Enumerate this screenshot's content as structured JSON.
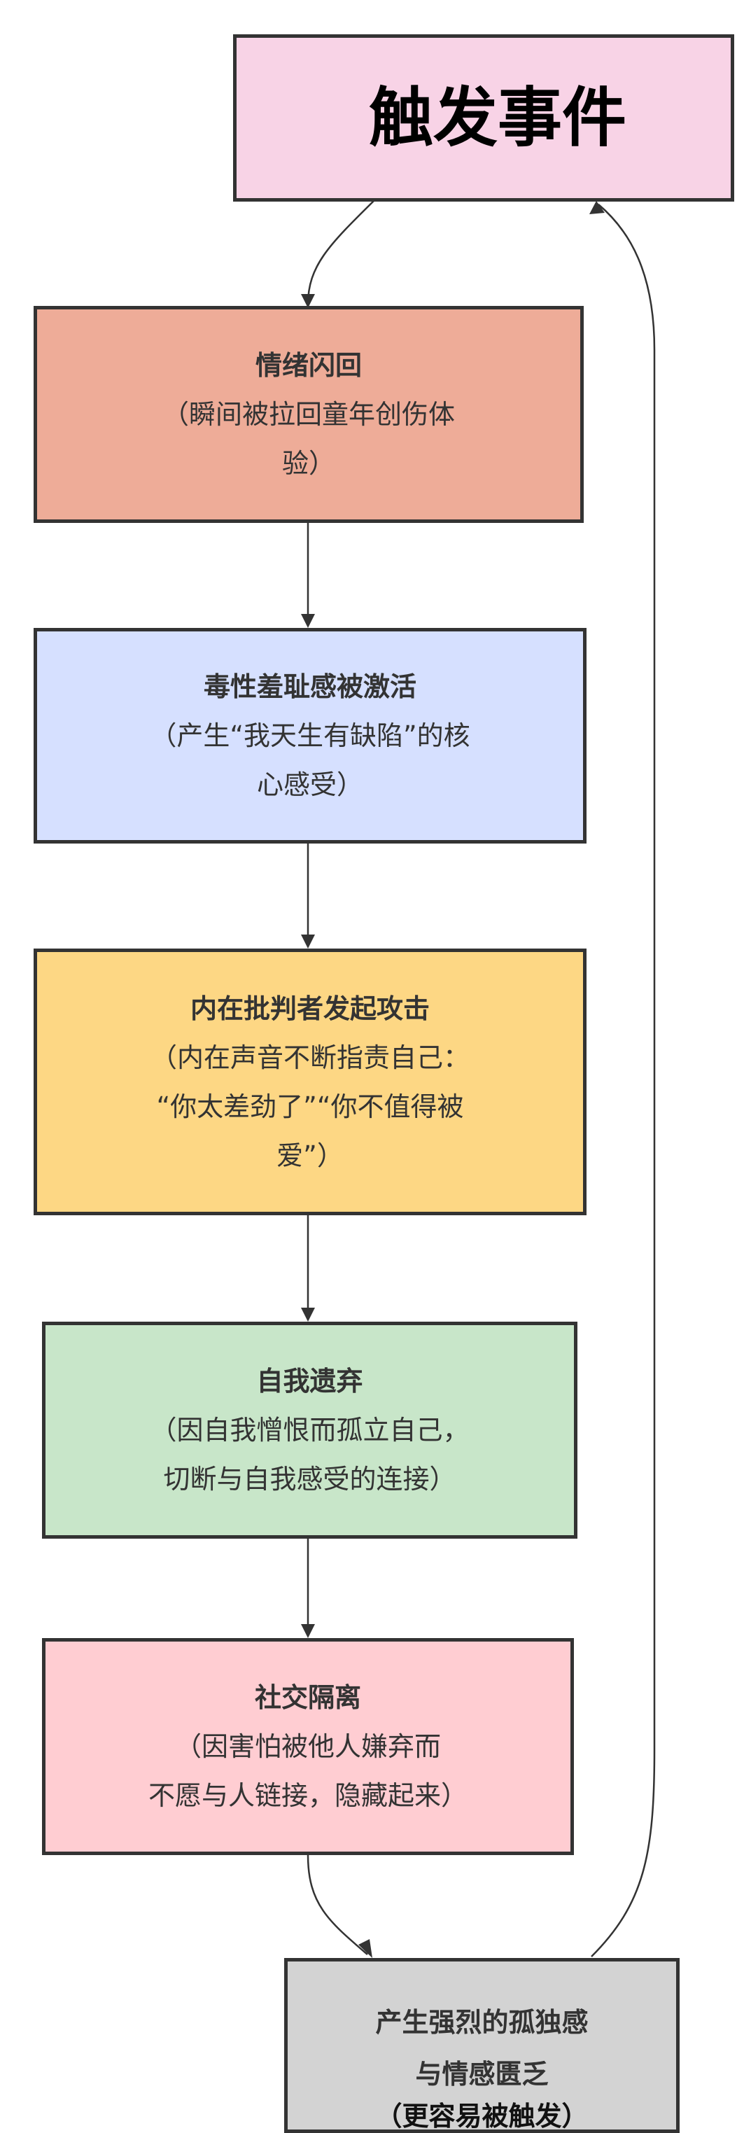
{
  "nodes": [
    {
      "id": "trigger",
      "title": "触发事件",
      "lines": [],
      "color": "#f8d3e6"
    },
    {
      "id": "flashback",
      "title": "情绪闪回",
      "lines": [
        "（瞬间被拉回童年创伤体",
        "验）"
      ],
      "color": "#eeac98"
    },
    {
      "id": "shame",
      "title": "毒性羞耻感被激活",
      "lines": [
        "（产生“我天生有缺陷”的核",
        "心感受）"
      ],
      "color": "#d6e0ff"
    },
    {
      "id": "critic",
      "title": "内在批判者发起攻击",
      "lines": [
        "（内在声音不断指责自己：",
        "“你太差劲了”“你不值得被",
        "爱”）"
      ],
      "color": "#fdd784"
    },
    {
      "id": "abandon",
      "title": "自我遗弃",
      "lines": [
        "（因自我憎恨而孤立自己，",
        "切断与自我感受的连接）"
      ],
      "color": "#c8e6c9"
    },
    {
      "id": "isolation",
      "title": "社交隔离",
      "lines": [
        "（因害怕被他人嫌弃而",
        "不愿与人链接，隐藏起来）"
      ],
      "color": "#ffcdd2"
    },
    {
      "id": "loneliness",
      "title": "产生强烈的孤独感",
      "lines": [
        "与情感匮乏",
        "（更容易被触发）"
      ],
      "color": "#d3d3d3"
    }
  ]
}
